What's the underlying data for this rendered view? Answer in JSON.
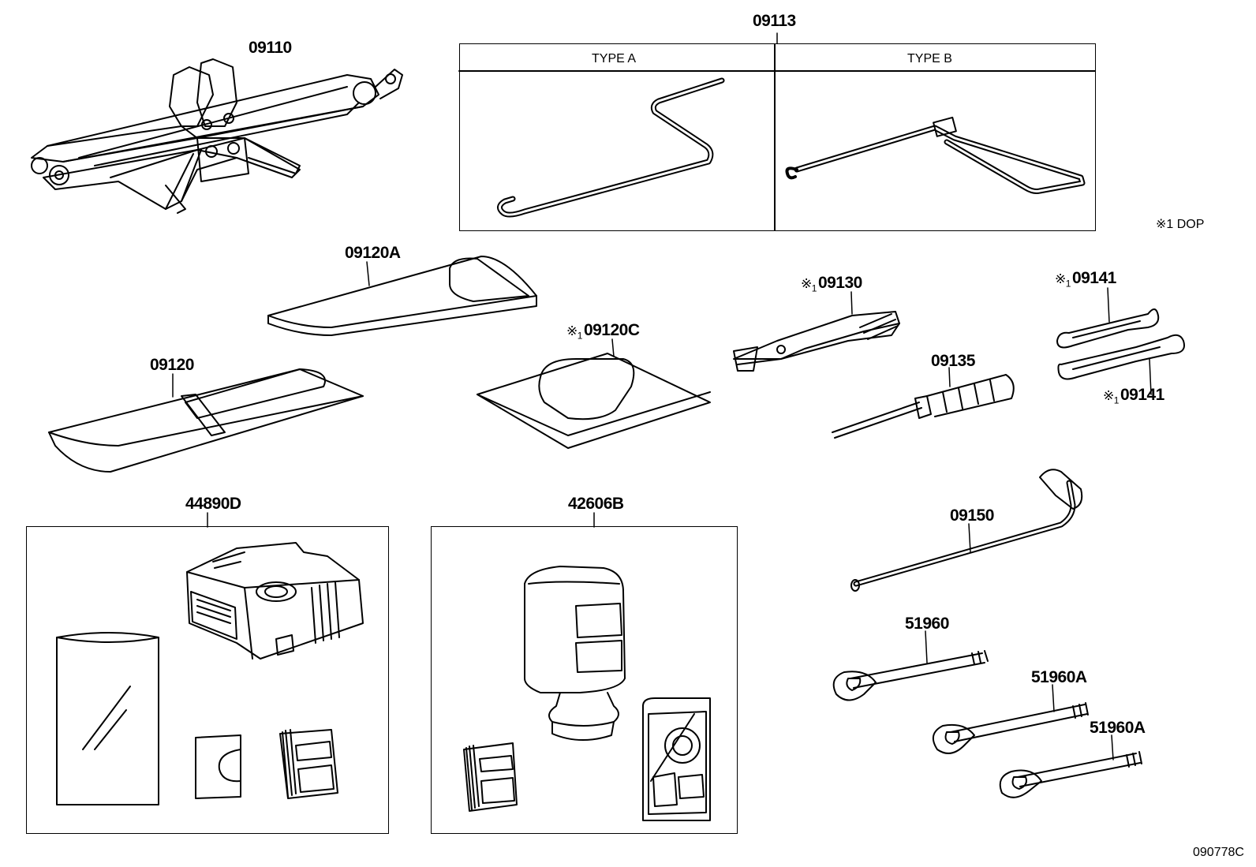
{
  "labels": {
    "jack": "09110",
    "jack_handle": "09113",
    "type_a": "TYPE A",
    "type_b": "TYPE B",
    "dop_note": "1 DOP",
    "tool_bag_a": "09120A",
    "tool_bag": "09120",
    "tool_bag_c": "09120C",
    "pliers": "09130",
    "screwdriver": "09135",
    "wrench_1": "09141",
    "wrench_2": "09141",
    "compressor_kit": "44890D",
    "sealant_kit": "42606B",
    "lug_wrench": "09150",
    "hook_1": "51960",
    "hook_2": "51960A",
    "hook_3": "51960A",
    "diagram_id": "090778C"
  },
  "marks": {
    "dop_symbol": "※",
    "sub_one": "1"
  }
}
